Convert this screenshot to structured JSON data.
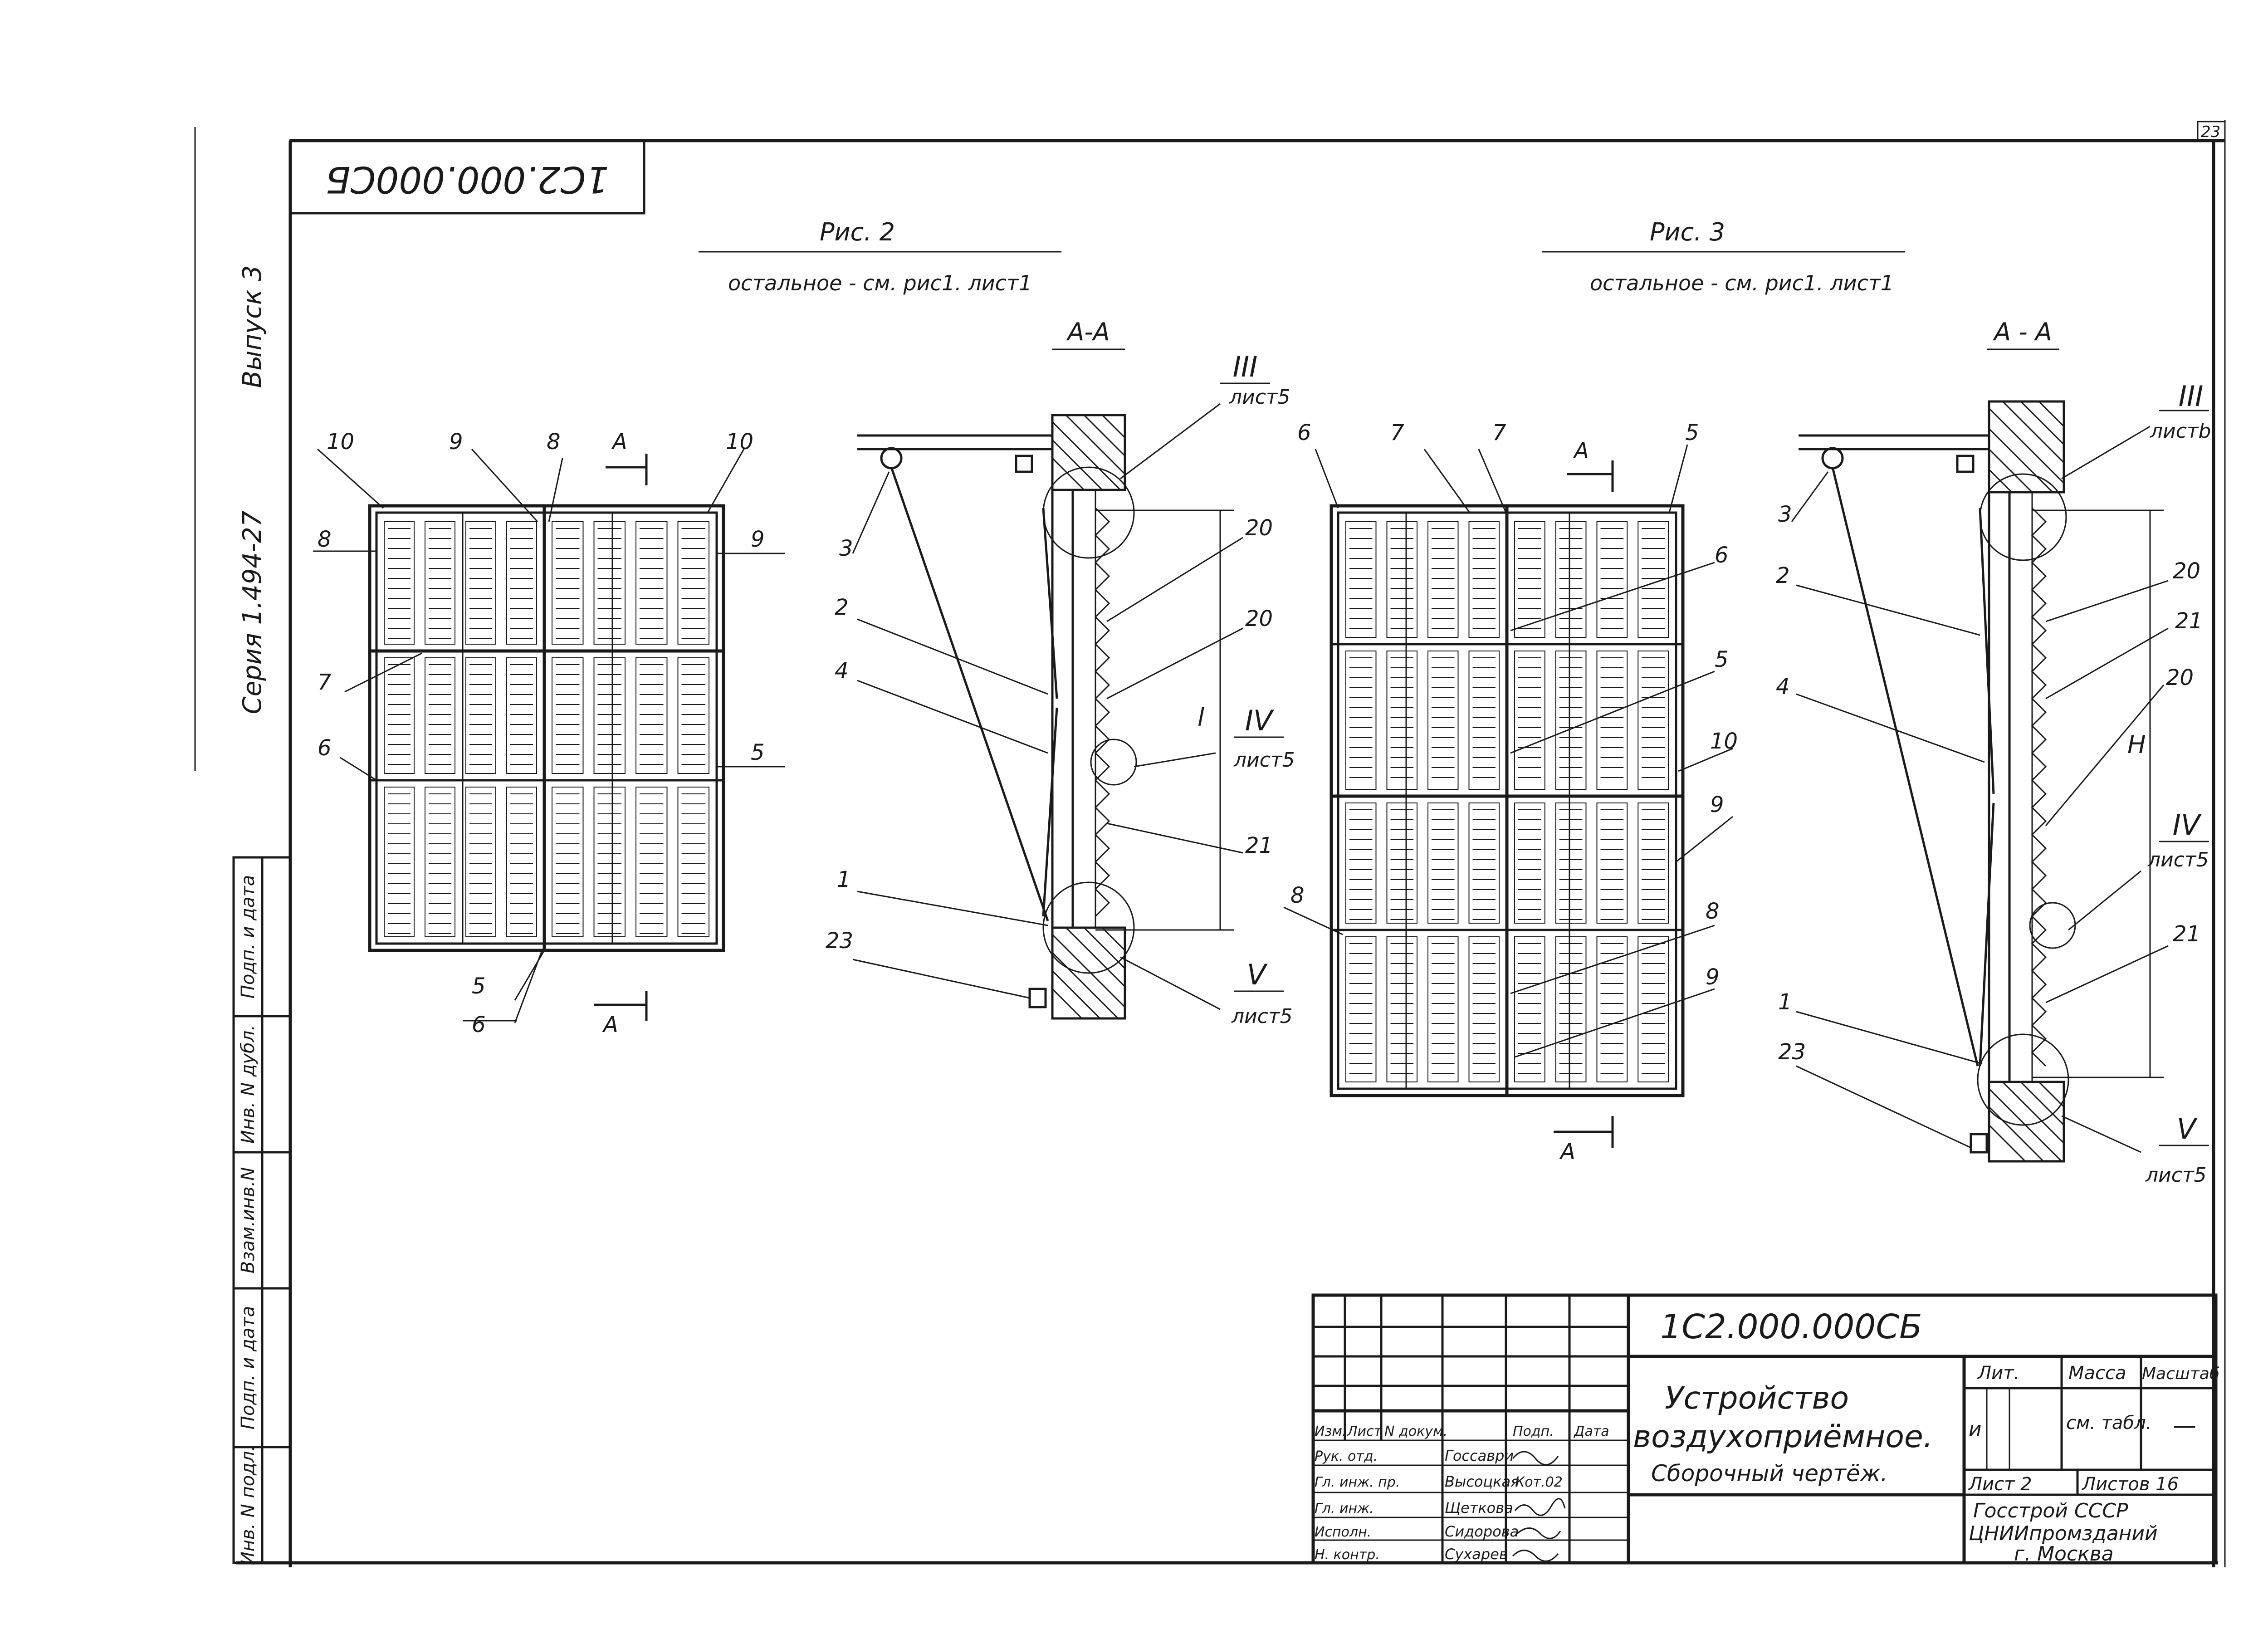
{
  "stamp_top": "1С2.000.000СБ",
  "sheet_number": "23",
  "side_labels": {
    "vypusk": "Выпуск 3",
    "series": "Серия 1.494-27"
  },
  "side_table": [
    "Подп. и дата",
    "Инв. N дубл.",
    "Взам.инв.N",
    "Подп. и дата",
    "Инв. N подл."
  ],
  "fig2": {
    "title": "Рис. 2",
    "note": "остальное - см. рис1. лист1",
    "section_label": "A-A",
    "cut_mark": "A",
    "callouts_front": [
      "10",
      "9",
      "8",
      "A",
      "10",
      "8",
      "9",
      "7",
      "6",
      "5",
      "5",
      "6",
      "A"
    ],
    "callouts_section": [
      "3",
      "2",
      "4",
      "1",
      "23",
      "20",
      "20",
      "21",
      "l"
    ],
    "detail_refs": [
      {
        "num": "III",
        "sheet": "лист5"
      },
      {
        "num": "IV",
        "sheet": "лист5"
      },
      {
        "num": "V",
        "sheet": "лист5"
      }
    ]
  },
  "fig3": {
    "title": "Рис. 3",
    "note": "остальное - см. рис1. лист1",
    "section_label": "A - A",
    "cut_mark": "A",
    "callouts_front": [
      "6",
      "7",
      "7",
      "A",
      "5",
      "6",
      "5",
      "10",
      "9",
      "8",
      "8",
      "9",
      "A"
    ],
    "callouts_section": [
      "3",
      "2",
      "4",
      "1",
      "23",
      "20",
      "21",
      "20",
      "21",
      "H"
    ],
    "detail_refs": [
      {
        "num": "III",
        "sheet": "листb"
      },
      {
        "num": "IV",
        "sheet": "лист5"
      },
      {
        "num": "V",
        "sheet": "лист5"
      }
    ]
  },
  "title_block": {
    "designation": "1С2.000.000СБ",
    "name_line1": "Устройство",
    "name_line2": "воздухоприёмное.",
    "name_line3": "Сборочный чертёж.",
    "col_headers": [
      "Изм.",
      "Лист",
      "N докум.",
      "Подп.",
      "Дата"
    ],
    "roles": [
      {
        "role": "Рук. отд.",
        "name": "Госсаври"
      },
      {
        "role": "Гл. инж. пр.",
        "name": "Высоцкая"
      },
      {
        "role": "Гл. инж.",
        "name": "Щеткова"
      },
      {
        "role": "Исполн.",
        "name": "Сидорова"
      },
      {
        "role": "Н. контр.",
        "name": "Сухарев"
      }
    ],
    "signature_date": "Кот.02",
    "lit_header": "Лит.",
    "mass_header": "Масса",
    "scale_header": "Масштаб",
    "lit_value": "и",
    "mass_value": "см. табл.",
    "scale_value": "—",
    "sheet": "Лист 2",
    "sheets": "Листов 16",
    "org_line1": "Госстрой СССР",
    "org_line2": "ЦНИИпромзданий",
    "org_line3": "г. Москва"
  }
}
